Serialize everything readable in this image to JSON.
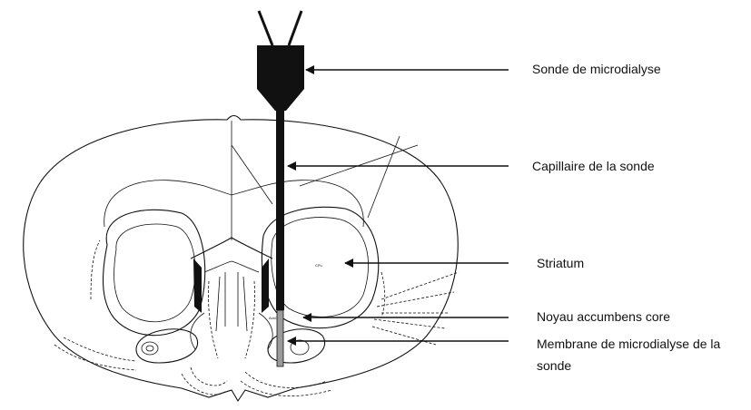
{
  "labels": {
    "probe": "Sonde de microdialyse",
    "capillary": "Capillaire de la sonde",
    "striatum": "Striatum",
    "nac_core": "Noyau accumbens core",
    "membrane": "Membrane de microdialyse de la sonde"
  },
  "atlas_marks": {
    "striatum_tag": "CPu",
    "nac_tag": "AcbC"
  },
  "colors": {
    "ink": "#111111",
    "membrane": "#9a9a9a",
    "background": "#ffffff"
  }
}
